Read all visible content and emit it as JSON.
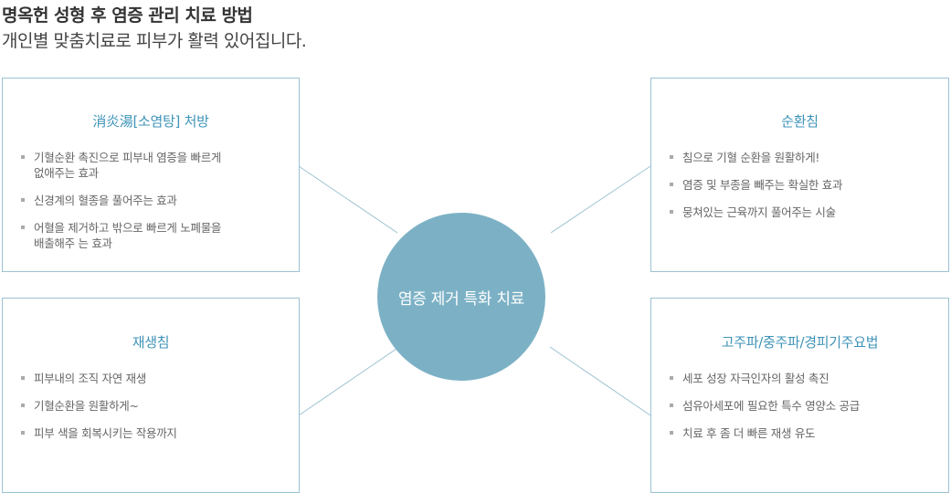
{
  "header": {
    "title": "명옥헌 성형 후 염증 관리 치료 방법",
    "subtitle": "개인별 맞춤치료로 피부가 활력 있어집니다."
  },
  "center": {
    "label": "염증 제거 특화 치료"
  },
  "boxes": [
    {
      "title": "消炎湯[소염탕] 처방",
      "items": [
        {
          "lines": [
            "기혈순환 촉진으로 피부내 염증을 빠르게",
            "없애주는 효과"
          ]
        },
        {
          "lines": [
            "신경계의 혈종을 풀어주는 효과"
          ]
        },
        {
          "lines": [
            "어혈을 제거하고 밖으로 빠르게 노폐물을",
            "배출해주 는 효과"
          ]
        }
      ]
    },
    {
      "title": "순환침",
      "items": [
        {
          "lines": [
            "침으로 기혈 순환을 원활하게!"
          ]
        },
        {
          "lines": [
            "염증 및 부종을 빼주는 확실한 효과"
          ]
        },
        {
          "lines": [
            "뭉쳐있는 근육까지 풀어주는 시술"
          ]
        }
      ]
    },
    {
      "title": "재생침",
      "items": [
        {
          "lines": [
            "피부내의 조직 자연 재생"
          ]
        },
        {
          "lines": [
            "기혈순환을 원활하게~"
          ]
        },
        {
          "lines": [
            "피부 색을 회복시키는 작용까지"
          ]
        }
      ]
    },
    {
      "title": "고주파/중주파/경피기주요법",
      "items": [
        {
          "lines": [
            "세포 성장 자극인자의 활성 촉진"
          ]
        },
        {
          "lines": [
            "섬유아세포에 필요한 특수 영양소 공급"
          ]
        },
        {
          "lines": [
            "치료 후 좀 더 빠른 재생 유도"
          ]
        }
      ]
    }
  ],
  "colors": {
    "accent": "#3e93b8",
    "circle": "#7cb1c5",
    "border": "#9cc2d3",
    "bullet": "#aaaaaa"
  }
}
